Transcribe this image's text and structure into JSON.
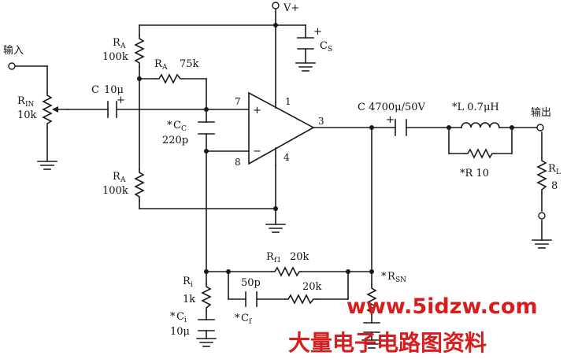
{
  "power": {
    "vplus": "V+",
    "cs": "C",
    "cs_sub": "S",
    "cs_pol": "+"
  },
  "input": {
    "label": "输入",
    "rin": "R",
    "rin_sub": "IN",
    "rin_val": "10k"
  },
  "c_in": {
    "name": "C",
    "value": "10μ",
    "pol": "+"
  },
  "ra_top": {
    "name": "R",
    "sub": "A",
    "value": "100k"
  },
  "ra_mid": {
    "name": "R",
    "sub": "A",
    "value": "75k"
  },
  "ra_bot": {
    "name": "R",
    "sub": "A",
    "value": "100k"
  },
  "cc": {
    "star": "*",
    "name": "C",
    "sub": "C",
    "value": "220p"
  },
  "opamp": {
    "plus": "+",
    "minus": "−",
    "pin7": "7",
    "pin1": "1",
    "pin3": "3",
    "pin8": "8",
    "pin4": "4"
  },
  "c_out": {
    "text": "C 4700μ/50V",
    "pol": "+"
  },
  "inductor": {
    "text": "*L 0.7μH"
  },
  "r10": {
    "text": "*R 10"
  },
  "output": {
    "label": "输出",
    "rl": "R",
    "rl_sub": "L",
    "rl_val": "8"
  },
  "rf1": {
    "name": "R",
    "sub": "f1",
    "value": "20k"
  },
  "ri": {
    "name": "R",
    "sub": "i",
    "value": "1k"
  },
  "ci": {
    "star": "*",
    "name": "C",
    "sub": "i",
    "value": "10μ"
  },
  "cf": {
    "value": "50p",
    "star": "*",
    "name": "C",
    "sub": "f"
  },
  "rf2": {
    "value": "20k"
  },
  "rsn": {
    "star": "*",
    "name": "R",
    "sub": "SN"
  },
  "watermark": {
    "url": "www.5idzw.com",
    "site": "大量电子电路图资料"
  }
}
